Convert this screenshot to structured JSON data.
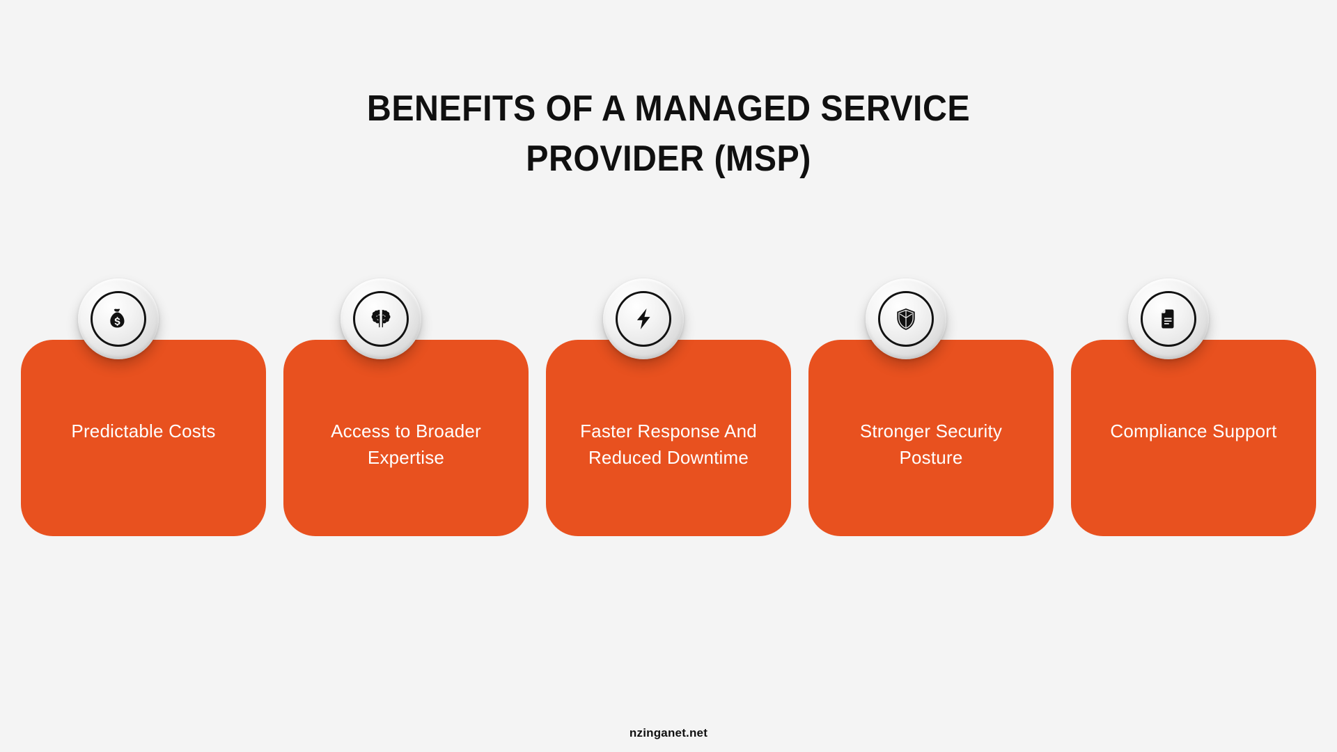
{
  "page": {
    "background_color": "#f4f4f4",
    "accent_color": "#e8511f",
    "title_color": "#101010",
    "card_text_color": "#ffffff"
  },
  "title": {
    "line1": "BENEFITS OF A MANAGED SERVICE",
    "line2": "PROVIDER (MSP)"
  },
  "cards": [
    {
      "label": "Predictable Costs",
      "icon": "money-bag-icon"
    },
    {
      "label": "Access to Broader Expertise",
      "icon": "brain-icon"
    },
    {
      "label": "Faster Response And Reduced Downtime",
      "icon": "lightning-bolt-icon"
    },
    {
      "label": "Stronger Security Posture",
      "icon": "shield-icon"
    },
    {
      "label": "Compliance Support",
      "icon": "document-icon"
    }
  ],
  "footer": {
    "text": "nzinganet.net"
  }
}
